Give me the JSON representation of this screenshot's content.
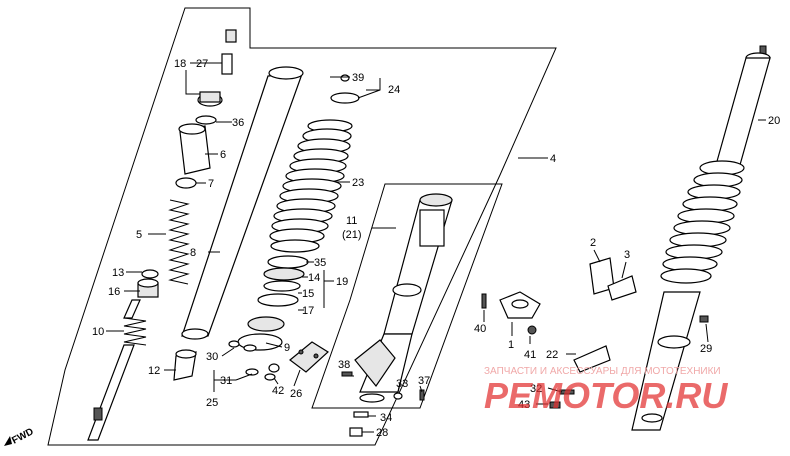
{
  "callouts": {
    "c18": "18",
    "c27": "27",
    "c36": "36",
    "c6": "6",
    "c7": "7",
    "c5": "5",
    "c8": "8",
    "c13": "13",
    "c16": "16",
    "c10": "10",
    "c12": "12",
    "c30": "30",
    "c31": "31",
    "c25": "25",
    "c9": "9",
    "c42": "42",
    "c26": "26",
    "c39": "39",
    "c24": "24",
    "c23": "23",
    "c35": "35",
    "c14": "14",
    "c19": "19",
    "c15": "15",
    "c17": "17",
    "c4": "4",
    "c11": "11",
    "c21": "(21)",
    "c38": "38",
    "c33": "33",
    "c37": "37",
    "c34": "34",
    "c28": "28",
    "c40": "40",
    "c1": "1",
    "c41": "41",
    "c22": "22",
    "c32": "32",
    "c43": "43",
    "c2": "2",
    "c3": "3",
    "c20": "20",
    "c29": "29"
  },
  "fwd_label": "FWD",
  "watermark": {
    "caption": "ЗАПЧАСТИ И АКСЕССУАРЫ ДЛЯ МОТОТЕХНИКИ",
    "brand": "PEMOTOR.RU"
  },
  "colors": {
    "watermark_red": "#e23030",
    "line": "#000000"
  }
}
